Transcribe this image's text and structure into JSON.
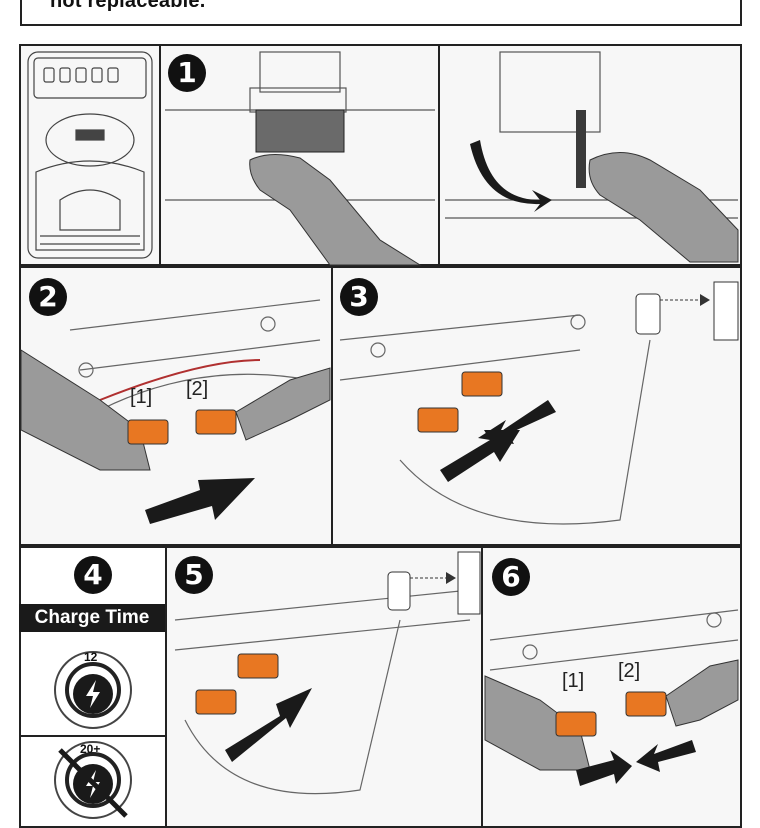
{
  "warning": {
    "text": "not replaceable."
  },
  "steps": {
    "s1": "1",
    "s2": "2",
    "s3": "3",
    "s4": "4",
    "s5": "5",
    "s6": "6"
  },
  "panel2": {
    "label1": "[1]",
    "label2": "[2]"
  },
  "panel6": {
    "label1": "[1]",
    "label2": "[2]"
  },
  "panel4": {
    "title": "Charge Time",
    "hours_a": "12",
    "hours_b": "20+"
  },
  "colors": {
    "connector": "#e87722",
    "hand": "#9a9a9a",
    "arrow": "#1a1a1a",
    "line": "#555555"
  }
}
